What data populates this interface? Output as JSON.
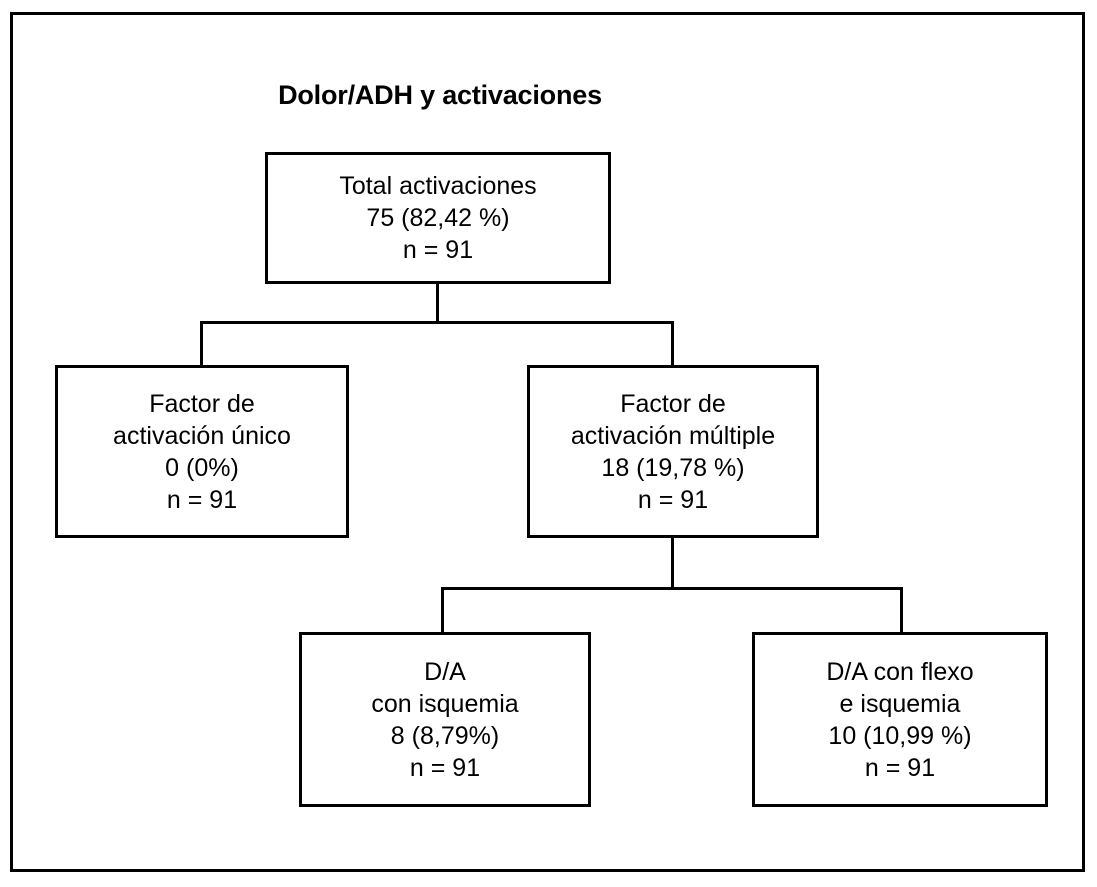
{
  "figure": {
    "title": "Dolor/ADH y activaciones",
    "background": "#ffffff",
    "stroke": "#000000"
  },
  "nodes": {
    "total": {
      "name": "Total activaciones",
      "lines": [
        "Total activaciones",
        "75 (82,42 %)",
        "n = 91"
      ],
      "count": 75,
      "percent": "82,42 %",
      "n": "n = 91"
    },
    "unico": {
      "name": "Factor de activación único",
      "lines": [
        "Factor de",
        "activación único",
        "0 (0%)",
        "n = 91"
      ],
      "count": 0,
      "percent": "0%",
      "n": "n = 91"
    },
    "multiple": {
      "name": "Factor de activación múltiple",
      "lines": [
        "Factor de",
        "activación múltiple",
        "18 (19,78 %)",
        "n = 91"
      ],
      "count": 18,
      "percent": "19,78 %",
      "n": "n = 91"
    },
    "isquemia": {
      "name": "D/A con isquemia",
      "lines": [
        "D/A",
        "con isquemia",
        "8 (8,79%)",
        "n = 91"
      ],
      "count": 8,
      "percent": "8,79%",
      "n": "n = 91"
    },
    "flexo": {
      "name": "D/A con flexo e isquemia",
      "lines": [
        "D/A con flexo",
        "e isquemia",
        "10 (10,99 %)",
        "n = 91"
      ],
      "count": 10,
      "percent": "10,99 %",
      "n": "n = 91"
    }
  },
  "chart_data": {
    "type": "diagram",
    "title": "Dolor/ADH y activaciones",
    "total_n": 91,
    "nodes": [
      {
        "id": "total",
        "label": "Total activaciones",
        "value": 75,
        "percent": 82.42,
        "n": 91,
        "level": 0
      },
      {
        "id": "unico",
        "label": "Factor de activación único",
        "value": 0,
        "percent": 0,
        "n": 91,
        "level": 1
      },
      {
        "id": "multiple",
        "label": "Factor de activación múltiple",
        "value": 18,
        "percent": 19.78,
        "n": 91,
        "level": 1
      },
      {
        "id": "isquemia",
        "label": "D/A con isquemia",
        "value": 8,
        "percent": 8.79,
        "n": 91,
        "level": 2
      },
      {
        "id": "flexo",
        "label": "D/A con flexo e isquemia",
        "value": 10,
        "percent": 10.99,
        "n": 91,
        "level": 2
      }
    ],
    "edges": [
      {
        "from": "total",
        "to": "unico"
      },
      {
        "from": "total",
        "to": "multiple"
      },
      {
        "from": "multiple",
        "to": "isquemia"
      },
      {
        "from": "multiple",
        "to": "flexo"
      }
    ]
  }
}
